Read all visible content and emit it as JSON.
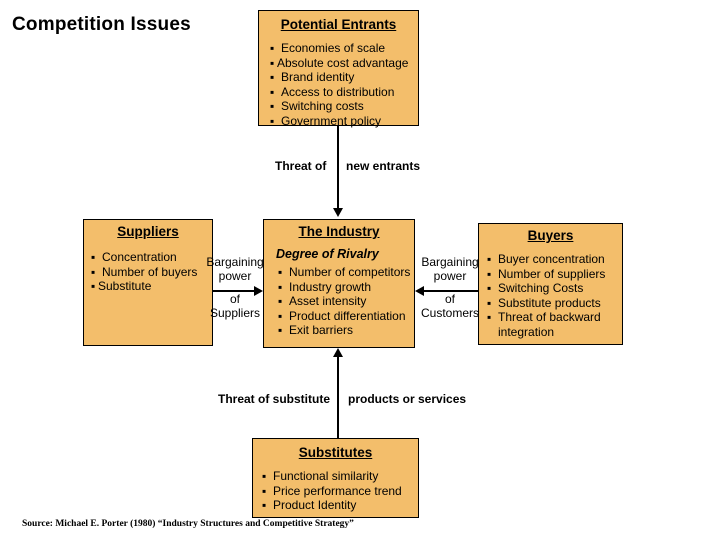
{
  "page": {
    "title": "Competition Issues",
    "source": "Source: Michael E. Porter (1980) “Industry Structures and Competitive Strategy”",
    "box_fill": "#F3BE6B",
    "box_border": "#000000"
  },
  "boxes": {
    "potential_entrants": {
      "title": "Potential Entrants",
      "items": [
        "Economies of scale",
        "Absolute cost advantage",
        "Brand identity",
        "Access to distribution",
        "Switching costs",
        "Government policy"
      ]
    },
    "suppliers": {
      "title": "Suppliers",
      "items": [
        "Concentration",
        "Number of buyers",
        "Substitute"
      ]
    },
    "industry": {
      "title": "The Industry",
      "subtitle": "Degree of Rivalry",
      "items": [
        "Number of competitors",
        "Industry growth",
        "Asset intensity",
        "Product differentiation",
        "Exit barriers"
      ]
    },
    "buyers": {
      "title": "Buyers",
      "items": [
        "Buyer concentration",
        "Number of suppliers",
        "Switching Costs",
        "Substitute products",
        "Threat of backward",
        "integration"
      ]
    },
    "substitutes": {
      "title": "Substitutes",
      "items": [
        "Functional similarity",
        "Price performance trend",
        "Product Identity"
      ]
    }
  },
  "connectors": {
    "entrants_to_industry": {
      "left_label": "Threat of",
      "right_label": "new entrants"
    },
    "suppliers_to_industry": {
      "above_label_1": "Bargaining",
      "above_label_2": "power",
      "below_label_1": "of",
      "below_label_2": "Suppliers"
    },
    "buyers_to_industry": {
      "above_label_1": "Bargaining",
      "above_label_2": "power",
      "below_label_1": "of",
      "below_label_2": "Customers"
    },
    "substitutes_to_industry": {
      "left_label": "Threat of substitute",
      "right_label": "products or services"
    }
  }
}
